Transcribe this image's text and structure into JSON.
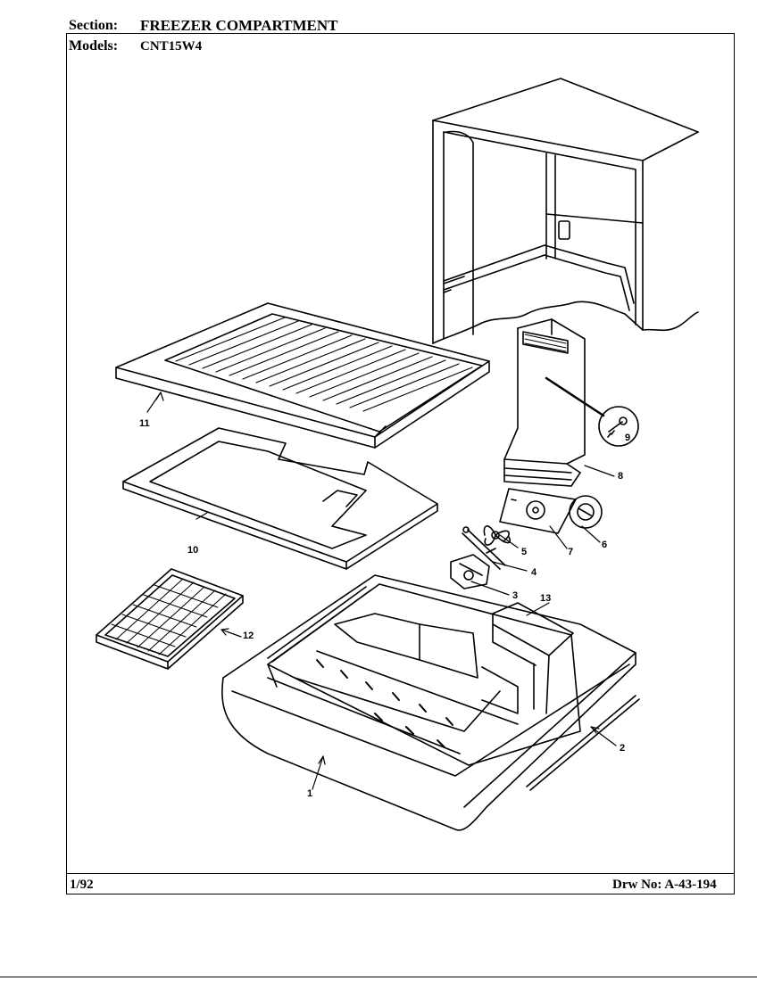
{
  "header": {
    "section_label": "Section:",
    "section_value": "FREEZER COMPARTMENT",
    "models_label": "Models:",
    "models_value": "CNT15W4"
  },
  "footer": {
    "date": "1/92",
    "drawing_number": "Drw No: A-43-194"
  },
  "callouts": [
    "1",
    "2",
    "3",
    "4",
    "5",
    "6",
    "7",
    "8",
    "9",
    "10",
    "11",
    "12",
    "13"
  ]
}
